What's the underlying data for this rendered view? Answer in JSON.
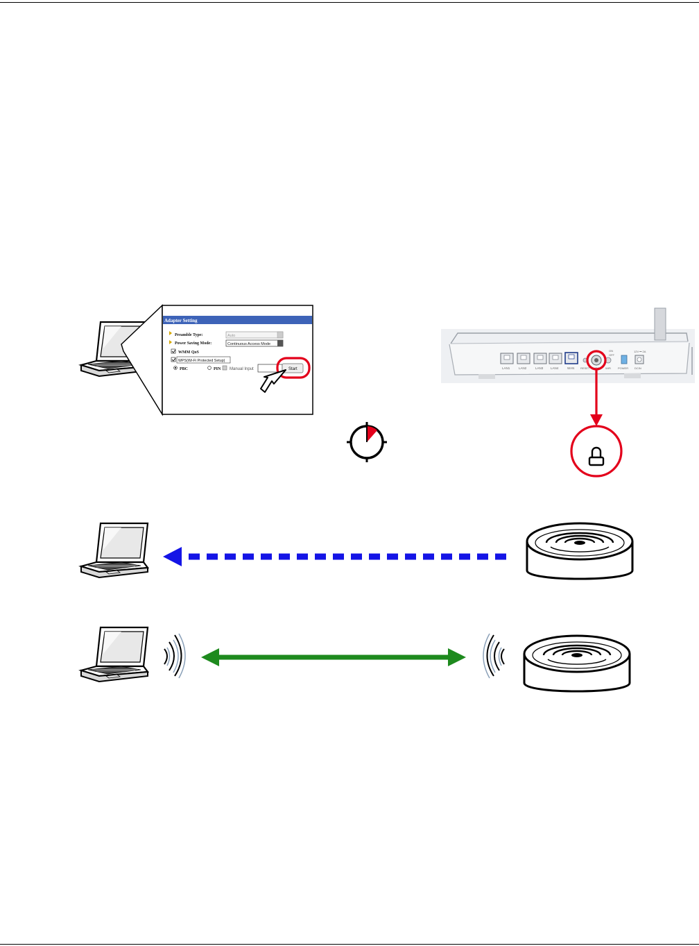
{
  "dialog": {
    "title": "Adapter Setting",
    "preamble_label": "Preamble Type:",
    "preamble_value": "Auto",
    "power_label": "Power Saving Mode:",
    "power_value": "Continuous Access Mode",
    "wmm_label": "WMM QoS",
    "wps_label": "WPS(Wi-Fi Protected Setup)",
    "pbc_label": "PBC",
    "pin_label": "PIN",
    "manual_label": "Manual Input",
    "start_label": "Start"
  },
  "router_back": {
    "ports": [
      "LAN1",
      "LAN2",
      "LAN3",
      "LAN4",
      "WAN"
    ],
    "reset_label": "RESET",
    "wps_label": "WPS",
    "wifi_label": "WiFi",
    "switch_on": "ON",
    "switch_off": "OFF",
    "power_label": "POWER",
    "dc_label": "DCIN",
    "voltage_label": "12V ⎓ 2A"
  },
  "icons": {
    "laptop": "laptop-icon",
    "router": "router-icon",
    "timer": "timer-icon",
    "lock": "lock-icon",
    "cursor": "pointer-cursor-icon",
    "waves": "wireless-waves-icon"
  },
  "colors": {
    "highlight_red": "#e3001b",
    "probe_blue": "#1414e6",
    "connection_green": "#1e8a1e"
  }
}
